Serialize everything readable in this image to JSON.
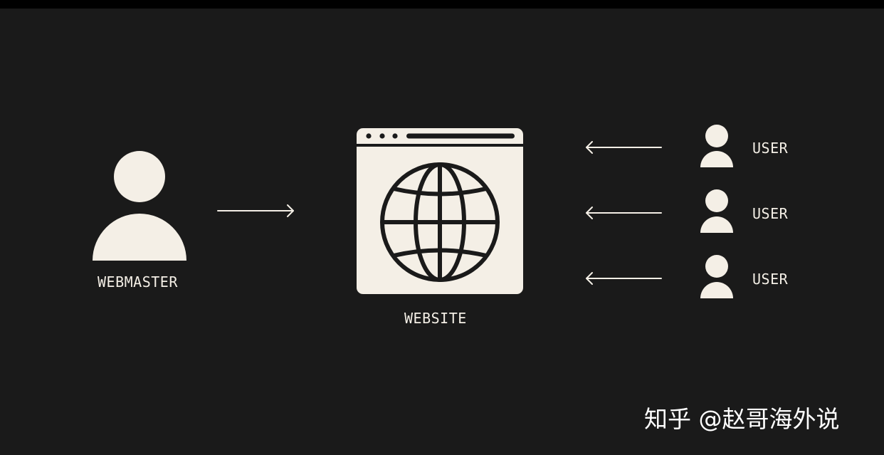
{
  "colors": {
    "background": "#1a1a1a",
    "frame": "#000000",
    "foreground": "#f4efe6",
    "icon_stroke": "#1a1a1a"
  },
  "nodes": {
    "webmaster": {
      "label": "WEBMASTER",
      "icon": "person-icon"
    },
    "website": {
      "label": "WEBSITE",
      "icon": "browser-globe-icon"
    },
    "users": [
      {
        "label": "USER",
        "icon": "person-icon"
      },
      {
        "label": "USER",
        "icon": "person-icon"
      },
      {
        "label": "USER",
        "icon": "person-icon"
      }
    ]
  },
  "edges": [
    {
      "from": "webmaster",
      "to": "website"
    },
    {
      "from": "user-1",
      "to": "website"
    },
    {
      "from": "user-2",
      "to": "website"
    },
    {
      "from": "user-3",
      "to": "website"
    }
  ],
  "watermark": "知乎 @赵哥海外说"
}
